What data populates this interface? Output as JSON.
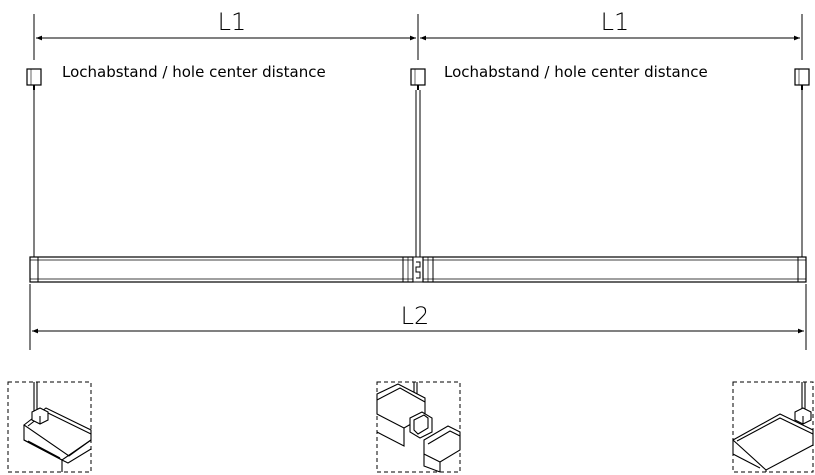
{
  "dimensions": {
    "l1_left": "L1",
    "l1_right": "L1",
    "l2": "L2"
  },
  "notes": {
    "hole_distance_left": "Lochabstand / hole center distance",
    "hole_distance_right": "Lochabstand / hole center distance"
  },
  "details": [
    "end-cap-left-detail",
    "connector-detail",
    "end-cap-right-detail"
  ],
  "colors": {
    "line": "#000000",
    "background": "#ffffff"
  }
}
